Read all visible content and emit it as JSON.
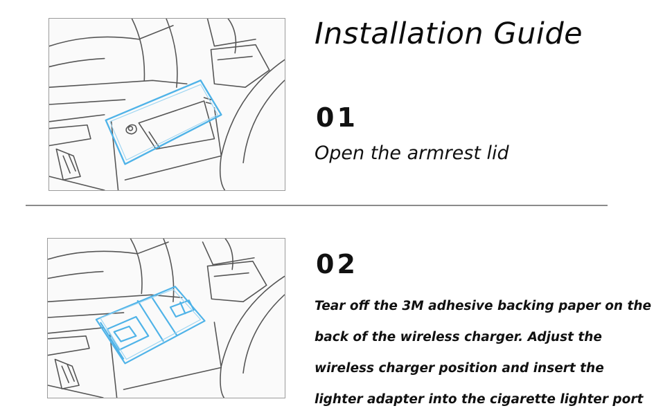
{
  "title": "Installation Guide",
  "steps": [
    {
      "number": "01",
      "text": "Open the armrest lid"
    },
    {
      "number": "02",
      "text": "Tear off the 3M adhesive backing paper on the back of the wireless charger. Adjust the wireless charger position and insert the lighter adapter into the cigarette lighter port"
    }
  ],
  "colors": {
    "accent": "#4fb3e8",
    "line": "#555555",
    "divider": "#8a8a8a"
  },
  "icons": [
    "armrest-open-illustration",
    "charger-installed-illustration"
  ]
}
